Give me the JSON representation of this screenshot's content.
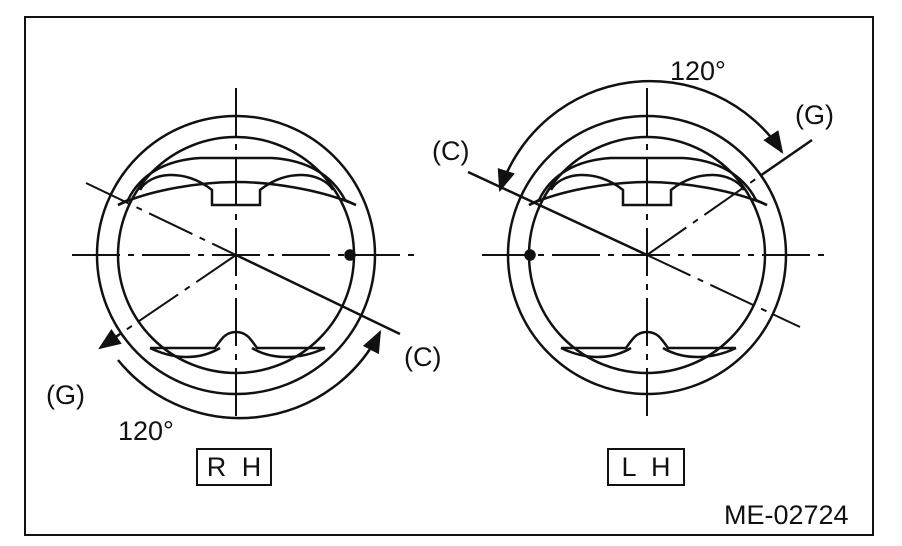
{
  "figure_id": "ME-02724",
  "pistons": [
    {
      "side_label": "R H",
      "compression_label": "(C)",
      "gap_label": "(G)",
      "angle_label": "120°"
    },
    {
      "side_label": "L H",
      "compression_label": "(C)",
      "gap_label": "(G)",
      "angle_label": "120°"
    }
  ],
  "colors": {
    "line": "#111111",
    "background": "#ffffff"
  }
}
